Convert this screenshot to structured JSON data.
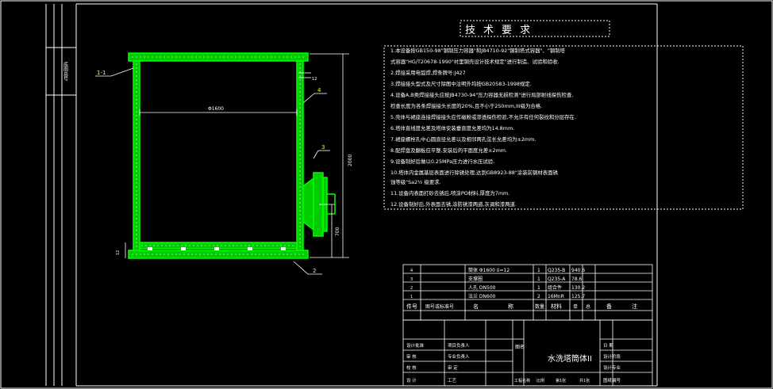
{
  "title_block_heading": "技术要求",
  "side_stamp": "底图总号",
  "requirements": [
    "1.本设备按GB150-98\"钢制压力容器\"和JB4710-92\"钢制塔式容器\"、\"钢制塔",
    "   式容器\"HG/T20678-1990\"衬里钢壳设计技术规定\"进行制造、试验和验收.",
    "2.焊接采用电弧焊,焊条牌号:J427",
    "3.焊接接头型式及尺寸除图中注明外均按GB20583-1998规定.",
    "4.设备A,B类焊接接头应按JB4730-94\"压力容器无损检测\"进行局部射线探伤检查,",
    "   检查长度为各条焊接接头长度的20%,且不小于250mm,III级为合格.",
    "5.壳体与裙座连接焊接接头应作磁粉或渗透探伤检验,不允许有任何裂纹和分层存在.",
    "6.塔体直线度允差及塔体安装垂直度允差均为14.8mm.",
    "7.裙座螺栓孔中心圆直径允差以及相邻两孔弦长允差均为±2mm.",
    "8.配焊盘及翻板应平整,安装后的平面度允差±2mm.",
    "9.设备制好后做以0.25MPa压力进行水压试验.",
    "10.塔体内金属基层表面进行除锈处理,达到GB8923-88\"涂装前钢材表面锈",
    "   蚀等级\"Sa2½ 级要求.",
    "11.设备内表面打砂去锈后,喷涂PO材料,厚度为7mm.",
    "12.设备制好后,外表面去锈,涂防锈漆两道,灰调和漆两道."
  ],
  "dimensions": {
    "inner_width": "Φ1600",
    "height_total": "2000",
    "height_lower": "700",
    "wall": "12",
    "bottom": "12"
  },
  "leader_labels": [
    "1-1",
    "4",
    "3",
    "2"
  ],
  "parts_table": {
    "rows": [
      {
        "no": "4",
        "code": "",
        "name": "筒体 Φ1600 δ=12",
        "qty": "1",
        "material": "Q235-B",
        "weight": "940.6",
        "note": ""
      },
      {
        "no": "3",
        "code": "",
        "name": "支撑圈",
        "qty": "1",
        "material": "Q235-A",
        "weight": "78.6",
        "note": ""
      },
      {
        "no": "2",
        "code": "",
        "name": "人孔 DN500",
        "qty": "1",
        "material": "组合件",
        "weight": "130.2",
        "note": ""
      },
      {
        "no": "1",
        "code": "",
        "name": "法兰 DN600",
        "qty": "2",
        "material": "16MnR",
        "weight": "125.7",
        "note": ""
      }
    ],
    "header": [
      "件号",
      "图号或标准号",
      "名",
      "称",
      "数量",
      "材料",
      "单",
      "总",
      "备",
      "注"
    ]
  },
  "title_block": {
    "drawing_name": "水洗塔筒体II",
    "left_labels": [
      "设计批准",
      "审  核",
      "校  核",
      "设  计"
    ],
    "mid_labels": [
      "项目负责人",
      "专业负责人",
      "审  定",
      "工艺"
    ],
    "right_labels": [
      "日  期",
      "设计阶段",
      "设计专业",
      "图纸编号"
    ],
    "figure_label": "图名",
    "bottom_row": [
      "工程名称",
      "比例",
      "第1张",
      "共1张"
    ],
    "sheet": "第 1 张"
  }
}
